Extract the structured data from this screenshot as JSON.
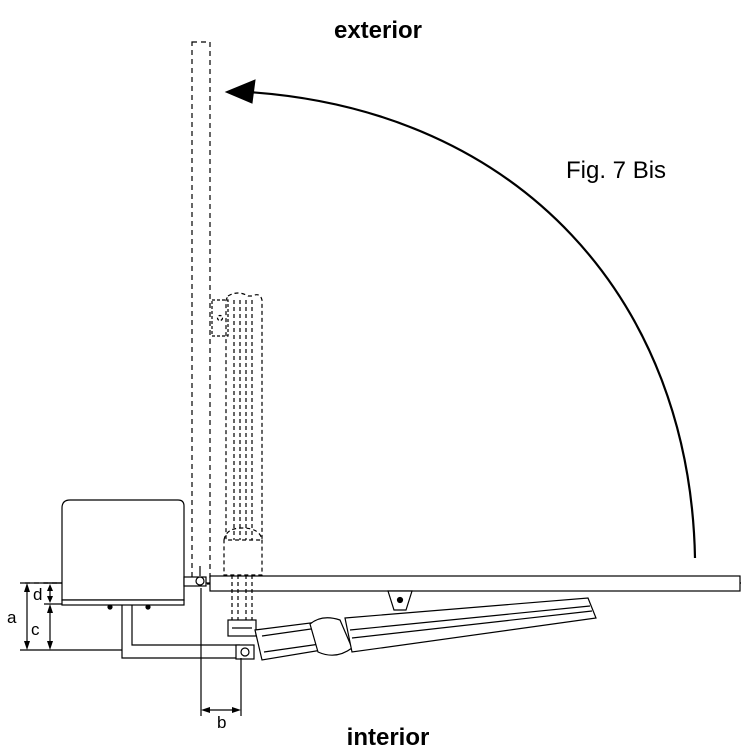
{
  "labels": {
    "top": "exterior",
    "bottom": "interior",
    "figure": "Fig. 7 Bis"
  },
  "dimensions": {
    "a": "a",
    "b": "b",
    "c": "c",
    "d": "d"
  },
  "colors": {
    "stroke": "#000000",
    "fill": "#ffffff"
  }
}
